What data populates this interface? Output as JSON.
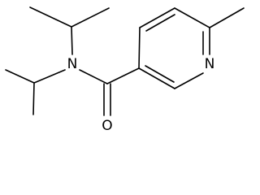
{
  "molecule": {
    "atoms": {
      "ring_nitrogen": "N",
      "amide_nitrogen": "N",
      "carbonyl_oxygen": "O"
    }
  },
  "colors": {
    "bond": "#000000",
    "label": "#000000",
    "background": "#ffffff"
  }
}
